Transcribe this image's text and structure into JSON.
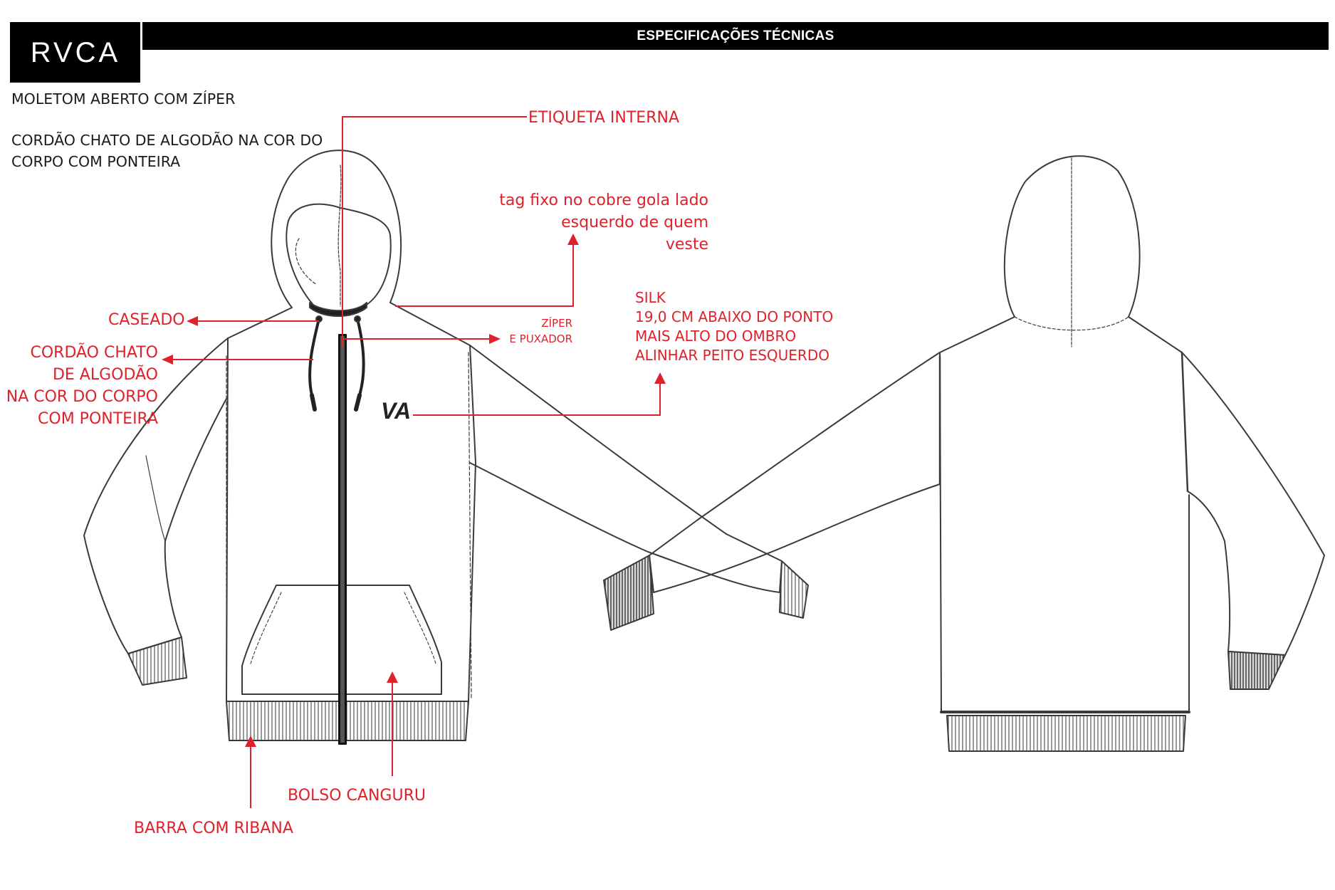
{
  "brand": {
    "logo_text": "RVCA",
    "chest_logo_text": "VA"
  },
  "header": {
    "title": "ESPECIFICAÇÕES TÉCNICAS"
  },
  "description": {
    "line1": "MOLETOM ABERTO COM ZÍPER",
    "line2": "CORDÃO CHATO DE ALGODÃO NA COR DO\nCORPO COM PONTEIRA"
  },
  "annotations": {
    "etiqueta": "ETIQUETA INTERNA",
    "tag": "tag fixo no cobre gola lado\nesquerdo de quem\nveste",
    "caseado": "CASEADO",
    "cordao": "CORDÃO CHATO\nDE ALGODÃO\nNA COR DO CORPO\nCOM PONTEIRA",
    "ziper": "ZÍPER\nE PUXADOR",
    "silk": "SILK\n19,0 CM ABAIXO DO PONTO\n MAIS ALTO DO OMBRO\nALINHAR PEITO ESQUERDO",
    "bolso": "BOLSO CANGURU",
    "barra": "BARRA COM RIBANA"
  },
  "colors": {
    "annotation_red": "#e0202a",
    "header_black": "#000000",
    "line_gray": "#3a3a3a"
  }
}
